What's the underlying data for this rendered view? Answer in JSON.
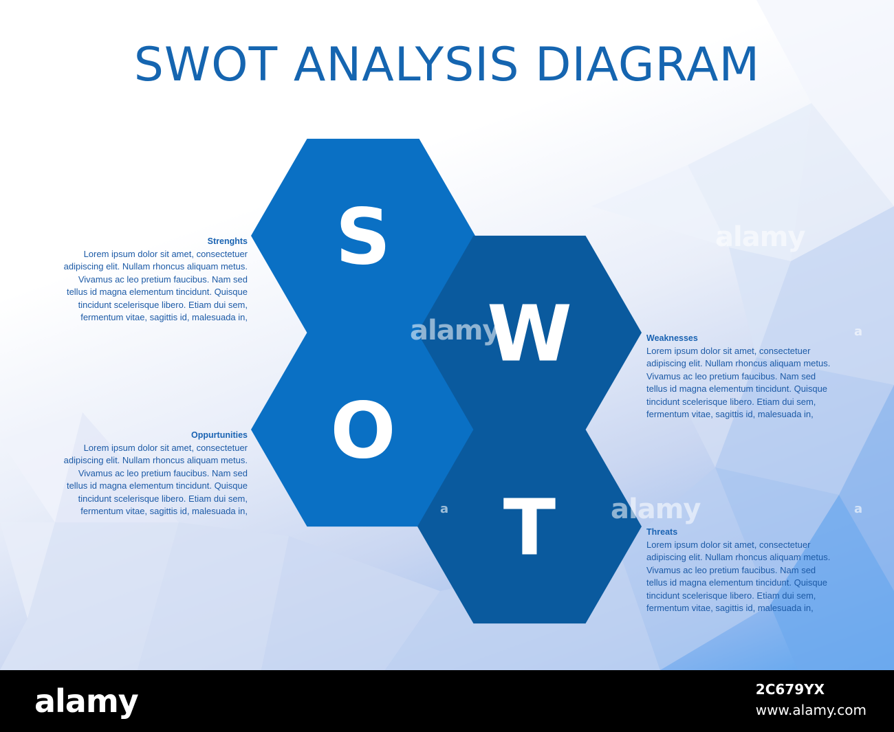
{
  "title": "SWOT ANALYSIS DIAGRAM",
  "colors": {
    "title": "#1565b0",
    "hex_light": "#0a70c4",
    "hex_dark": "#0a5a9e",
    "text": "#1c5aa6",
    "footer": "#000000"
  },
  "hexagons": [
    {
      "letter": "S",
      "tone": "hex_light"
    },
    {
      "letter": "W",
      "tone": "hex_dark"
    },
    {
      "letter": "O",
      "tone": "hex_light"
    },
    {
      "letter": "T",
      "tone": "hex_dark"
    }
  ],
  "sections": {
    "strengths": {
      "heading": "Strenghts",
      "lines": [
        "Lorem ipsum dolor sit amet, consectetuer",
        "adipiscing elit. Nullam rhoncus aliquam metus.",
        "Vivamus ac leo pretium faucibus. Nam sed",
        "tellus id magna elementum tincidunt. Quisque",
        "tincidunt scelerisque libero. Etiam dui sem,",
        "fermentum vitae, sagittis id, malesuada in,"
      ]
    },
    "opportunities": {
      "heading": "Oppurtunities",
      "lines": [
        "Lorem ipsum dolor sit amet, consectetuer",
        "adipiscing elit. Nullam rhoncus aliquam metus.",
        "Vivamus ac leo pretium faucibus. Nam sed",
        "tellus id magna elementum tincidunt. Quisque",
        "tincidunt scelerisque libero. Etiam dui sem,",
        "fermentum vitae, sagittis id, malesuada in,"
      ]
    },
    "weaknesses": {
      "heading": "Weaknesses",
      "lines": [
        "Lorem ipsum dolor sit amet, consectetuer",
        "adipiscing elit. Nullam rhoncus aliquam metus.",
        "Vivamus ac leo pretium faucibus. Nam sed",
        "tellus id magna elementum tincidunt. Quisque",
        "tincidunt scelerisque libero. Etiam dui sem,",
        "fermentum vitae, sagittis id, malesuada in,"
      ]
    },
    "threats": {
      "heading": "Threats",
      "lines": [
        "Lorem ipsum dolor sit amet, consectetuer",
        "adipiscing elit. Nullam rhoncus aliquam metus.",
        "Vivamus ac leo pretium faucibus. Nam sed",
        "tellus id magna elementum tincidunt. Quisque",
        "tincidunt scelerisque libero. Etiam dui sem,",
        "fermentum vitae, sagittis id, malesuada in,"
      ]
    }
  },
  "watermark": {
    "text": "alamy",
    "mark": "a"
  },
  "footer": {
    "logo": "alamy",
    "image_id": "2C679YX",
    "site": "www.alamy.com"
  }
}
